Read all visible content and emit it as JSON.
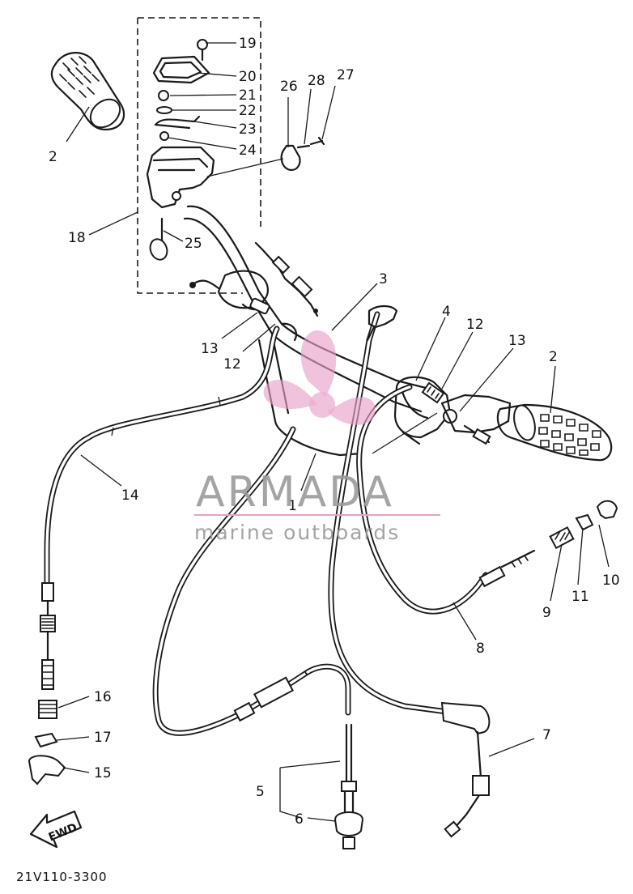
{
  "diagram": {
    "part_numbers": [
      "1",
      "2",
      "2",
      "3",
      "4",
      "5",
      "6",
      "7",
      "8",
      "9",
      "10",
      "11",
      "12",
      "12",
      "13",
      "13",
      "14",
      "15",
      "16",
      "17",
      "18",
      "19",
      "20",
      "21",
      "22",
      "23",
      "24",
      "25",
      "26",
      "27",
      "28"
    ],
    "diagram_code": "21V110-3300",
    "fwd_label": "FWD"
  },
  "watermark": {
    "brand": "ARMADA",
    "tagline": "marine outboards",
    "accent_color": "#e8a0c8",
    "text_color": "#9a9a9a"
  }
}
